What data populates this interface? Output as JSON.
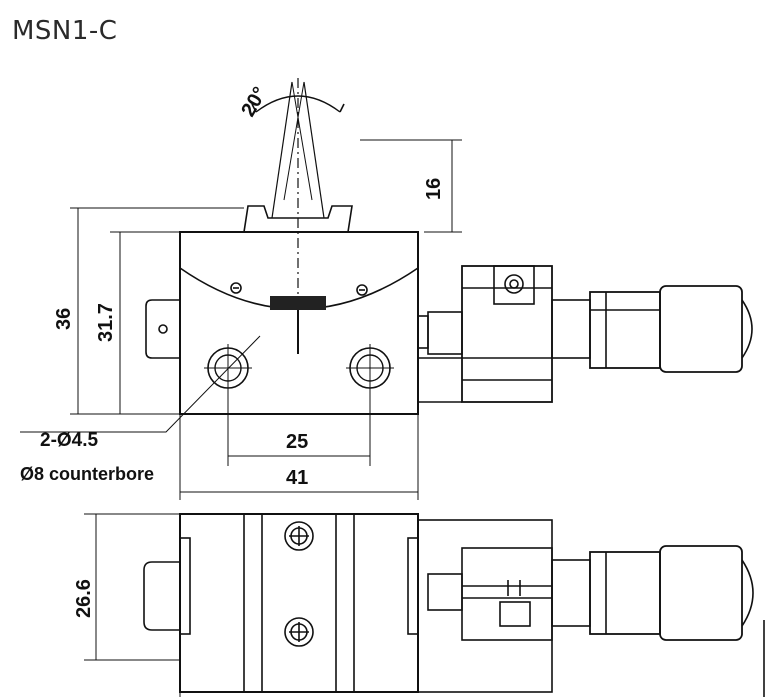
{
  "model": "MSN1-C",
  "dimensions": {
    "tilt_angle": "20°",
    "top_height": "16",
    "total_height": "36",
    "body_height": "31.7",
    "hole_spec": "2-Ø4.5",
    "counterbore": "Ø8 counterbore",
    "hole_pitch": "25",
    "body_width": "41",
    "side_height": "26.6"
  },
  "colors": {
    "line": "#111111",
    "background": "#ffffff"
  }
}
